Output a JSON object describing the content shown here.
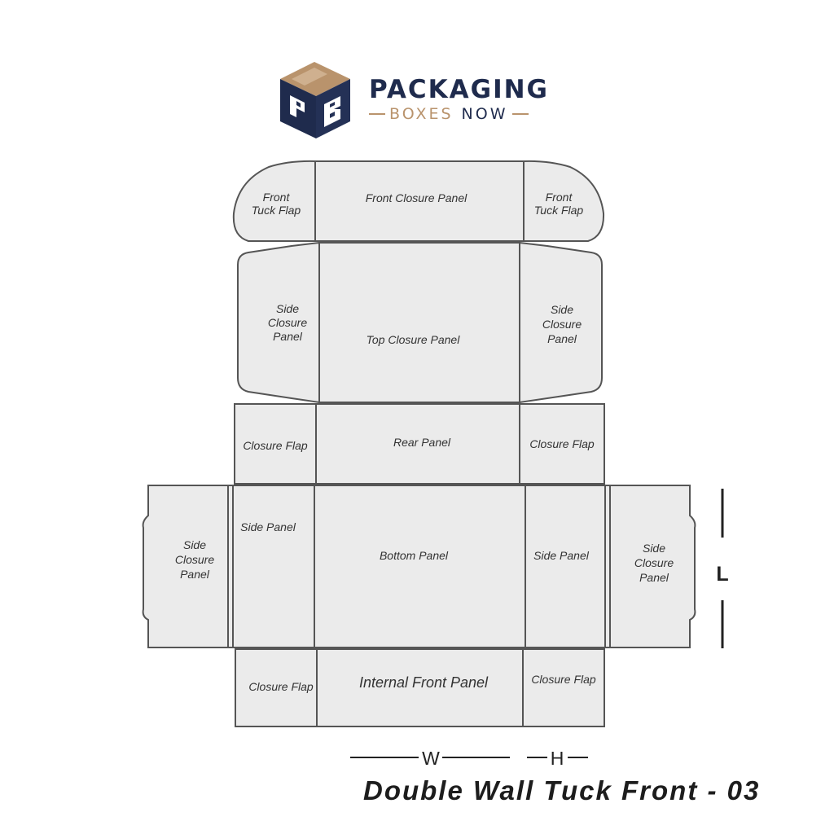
{
  "brand": {
    "name": "PACKAGING",
    "tagline_main": "BOXES",
    "tagline_suffix": "NOW",
    "colors": {
      "navy": "#1f2b4d",
      "tan": "#b9936c",
      "tan_light": "#cfb08f"
    }
  },
  "diagram": {
    "panels": {
      "front_tuck_flap_left": "Front\nTuck Flap",
      "front_closure_panel": "Front Closure Panel",
      "front_tuck_flap_right": "Front\nTuck Flap",
      "side_closure_panel_top_left": "Side\nClosure\nPanel",
      "top_closure_panel": "Top Closure Panel",
      "side_closure_panel_top_right": "Side\nClosure\nPanel",
      "closure_flap_rear_left": "Closure Flap",
      "rear_panel": "Rear Panel",
      "closure_flap_rear_right": "Closure Flap",
      "side_closure_panel_outer_left": "Side\nClosure\nPanel",
      "side_panel_left": "Side Panel",
      "bottom_panel": "Bottom Panel",
      "side_panel_right": "Side Panel",
      "side_closure_panel_outer_right": "Side\nClosure\nPanel",
      "closure_flap_front_left": "Closure Flap",
      "internal_front_panel": "Internal Front Panel",
      "closure_flap_front_right": "Closure Flap"
    },
    "dimensions": {
      "width": "W",
      "height": "H",
      "length": "L"
    },
    "colors": {
      "panel_fill": "#ebebeb",
      "outline": "#555555",
      "text": "#333333",
      "dimension": "#222222"
    }
  },
  "footer": {
    "title": "Double Wall Tuck Front - 03"
  }
}
